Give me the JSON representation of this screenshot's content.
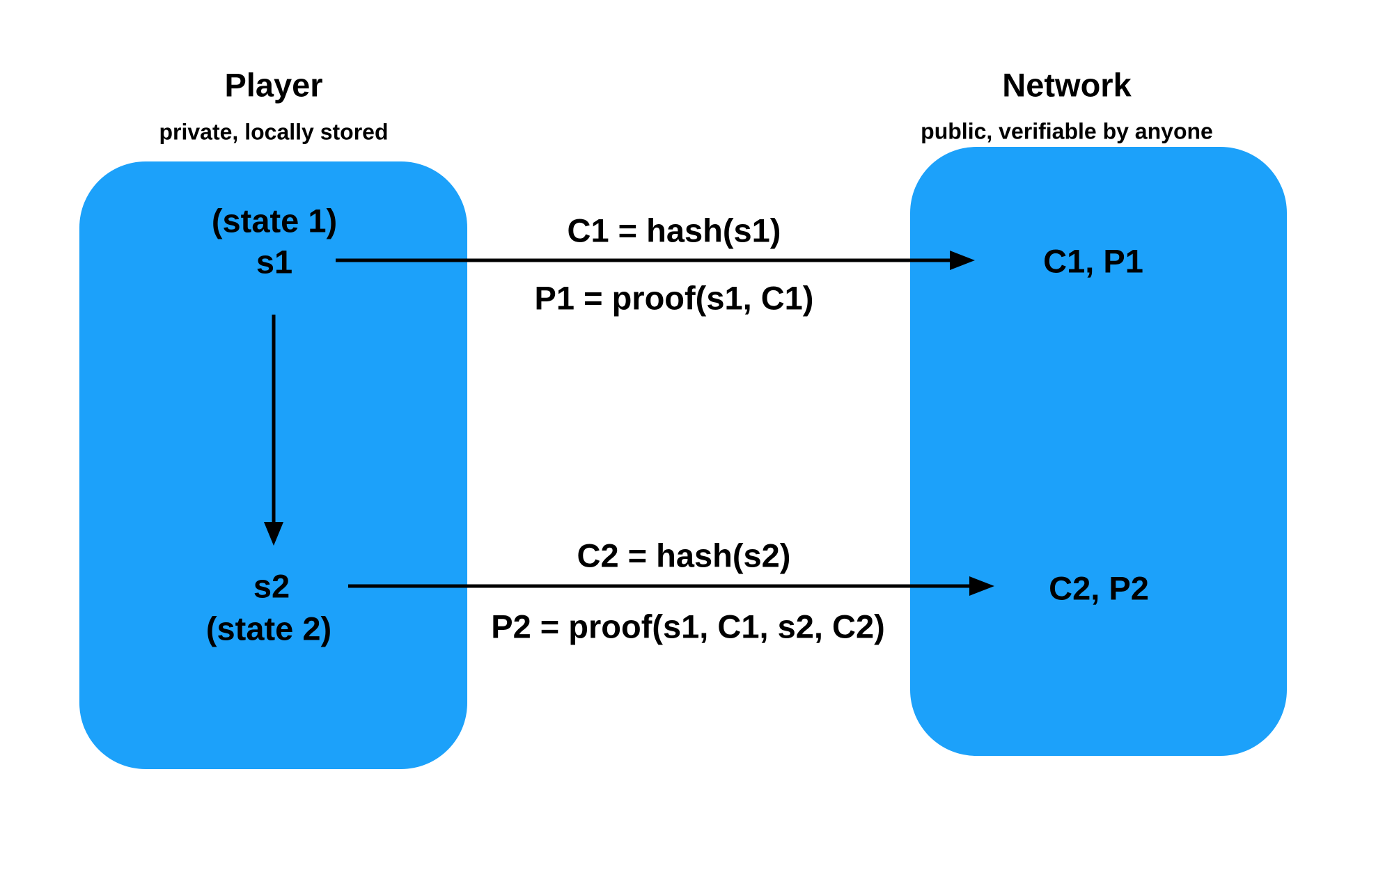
{
  "palette": {
    "box_blue": "#1CA1FA",
    "text": "#000000",
    "background": "#FFFFFF"
  },
  "player": {
    "title": "Player",
    "subtitle": "private, locally stored",
    "box": {
      "state1": "(state 1)",
      "s1": "s1",
      "s2": "s2",
      "state2": "(state 2)"
    }
  },
  "network": {
    "title": "Network",
    "subtitle": "public, verifiable by anyone",
    "box": {
      "record1": "C1, P1",
      "record2": "C2, P2"
    }
  },
  "messages": {
    "commit1": {
      "above": "C1 = hash(s1)",
      "below": "P1 = proof(s1, C1)"
    },
    "commit2": {
      "above": "C2 = hash(s2)",
      "below": "P2 = proof(s1, C1, s2, C2)"
    }
  }
}
